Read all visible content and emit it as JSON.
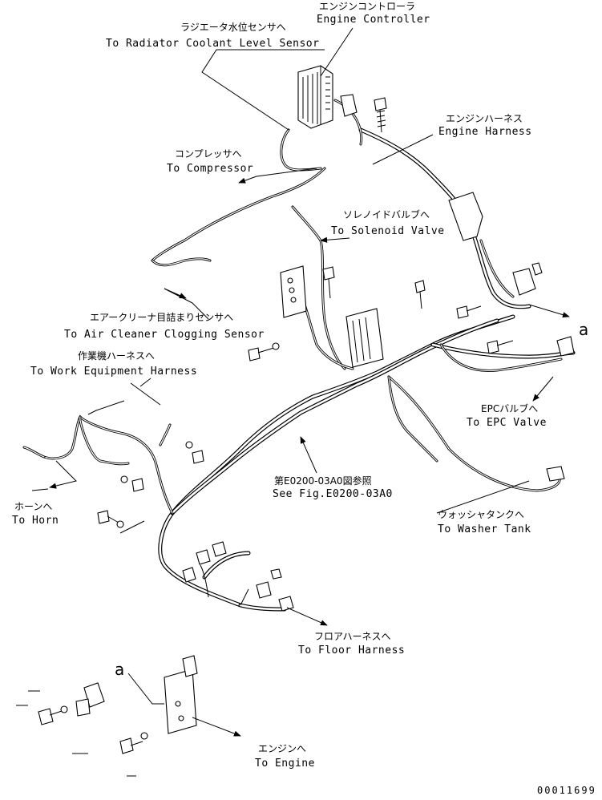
{
  "labels": {
    "radiator_jp": "ラジエータ水位センサへ",
    "radiator_en": "To Radiator Coolant Level Sensor",
    "controller_jp": "エンジンコントローラ",
    "controller_en": "Engine Controller",
    "engine_harness_jp": "エンジンハーネス",
    "engine_harness_en": "Engine Harness",
    "compressor_jp": "コンプレッサへ",
    "compressor_en": "To Compressor",
    "solenoid_jp": "ソレノイドバルブへ",
    "solenoid_en": "To Solenoid Valve",
    "air_cleaner_jp": "エアークリーナ目詰まりセンサへ",
    "air_cleaner_en": "To Air Cleaner Clogging Sensor",
    "work_equipment_jp": "作業機ハーネスへ",
    "work_equipment_en": "To Work Equipment Harness",
    "epc_jp": "EPCバルブへ",
    "epc_en": "To EPC Valve",
    "horn_jp": "ホーンへ",
    "horn_en": "To Horn",
    "see_fig_jp": "第E0200-03A0図参照",
    "see_fig_en": "See Fig.E0200-03A0",
    "washer_jp": "ウォッシャタンクへ",
    "washer_en": "To Washer Tank",
    "floor_jp": "フロアハーネスへ",
    "floor_en": "To Floor Harness",
    "engine_jp": "エンジンへ",
    "engine_en": "To Engine",
    "detail_callout": "a",
    "detail_callout_bottom": "a",
    "figure_number": "00011699"
  }
}
